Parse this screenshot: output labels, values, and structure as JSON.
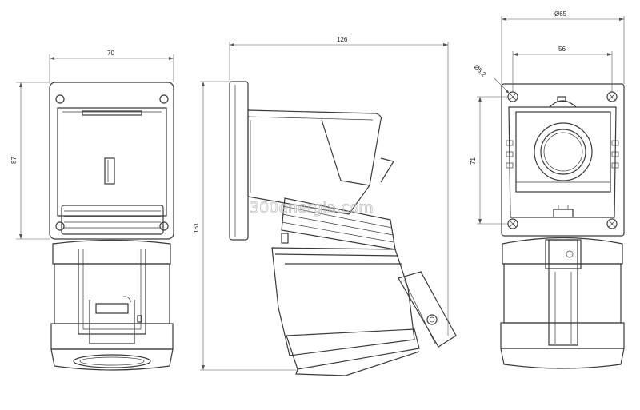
{
  "dimensions": {
    "front_width": "70",
    "front_height": "87",
    "side_length": "126",
    "total_height": "161",
    "rear_diameter": "Ø65",
    "hole_spacing": "56",
    "hole_diameter": "Ø5.2",
    "hole_vertical": "71"
  },
  "watermark": "300energia.com",
  "colors": {
    "line": "#3a3a3a",
    "dimension": "#555555"
  }
}
